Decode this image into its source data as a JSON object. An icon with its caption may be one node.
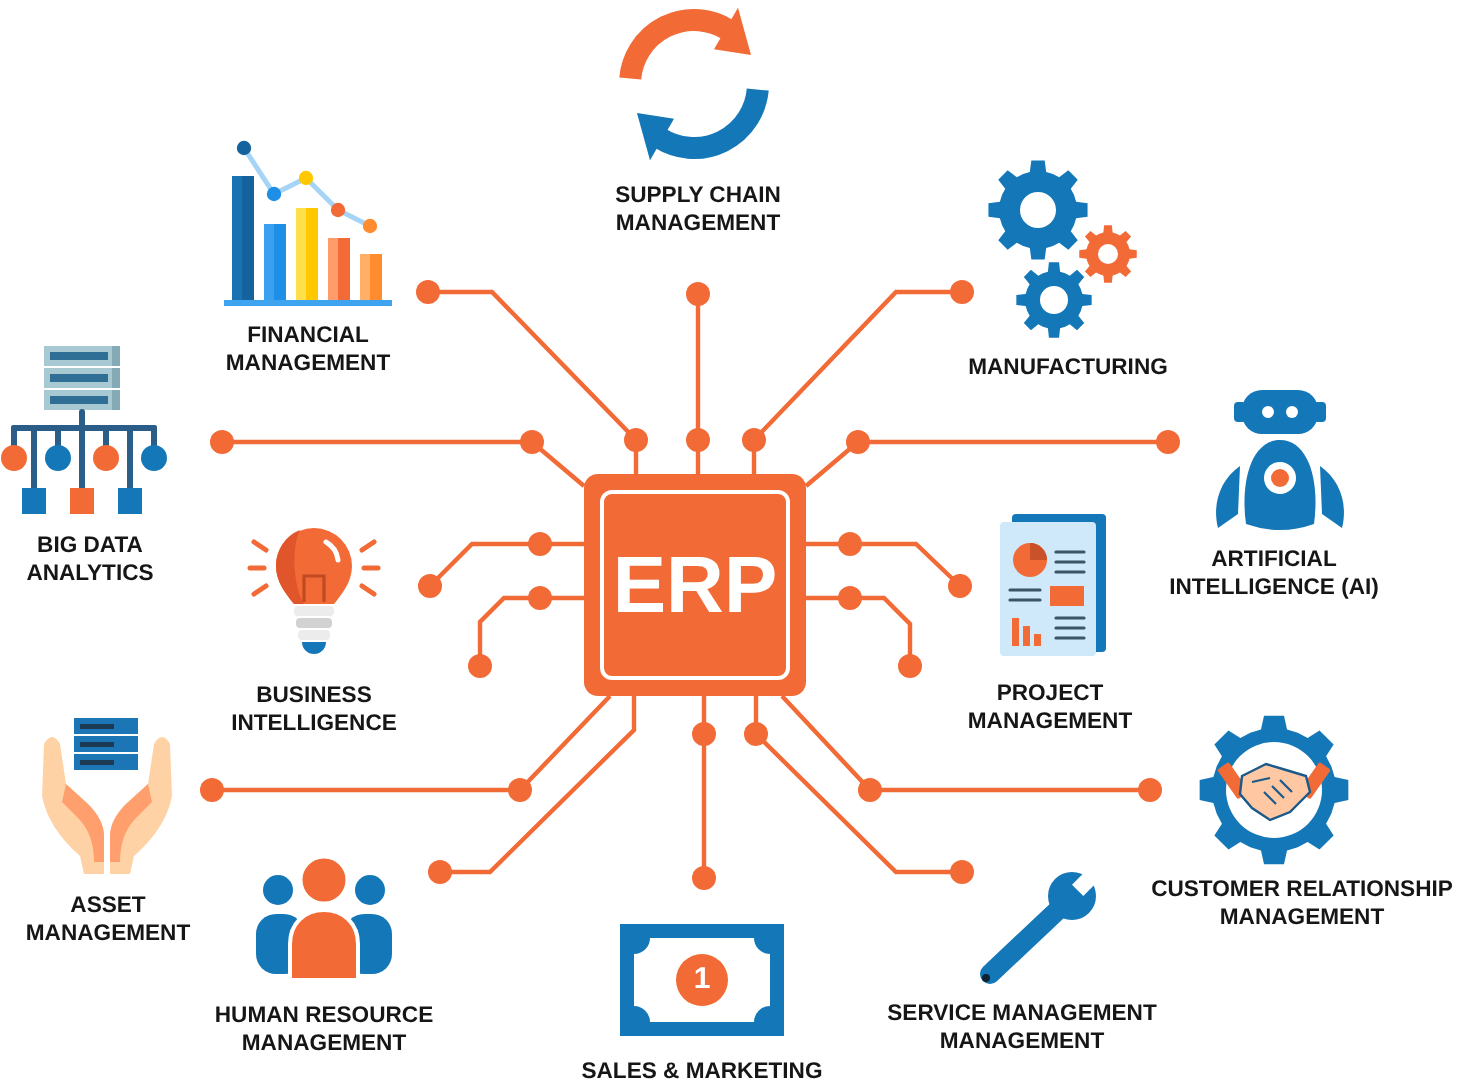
{
  "diagram": {
    "nodes": [
      {
        "text": [
          "SUPPLY CHAIN MANAGEMENT"
        ]
      },
      {
        "text": [
          "FINANCIAL MANAGEMENT"
        ]
      },
      {
        "text": [
          "MANUFACTURING"
        ]
      },
      {
        "text": [
          "BIG DATA ANALYTICS"
        ]
      },
      {
        "text": [
          "ERP"
        ]
      },
      {
        "text": [
          "ARTIFICIAL INTELLIGENCE (AI)"
        ]
      },
      {
        "text": [
          "BUSINESS INTELLIGENCE"
        ]
      },
      {
        "text": [
          "PROJECT MANAGEMENT"
        ]
      },
      {
        "text": [
          "ASSET MANAGEMENT"
        ]
      },
      {
        "text": [
          "CUSTOMER RELATIONSHIP MANAGEMENT"
        ]
      },
      {
        "text": [
          "HUMAN RESOURCE MANAGEMENT"
        ]
      },
      {
        "text": [
          "SERVICE MANAGEMENT MANAGEMENT"
        ]
      },
      {
        "text": [
          "SALES & MARKETING"
        ]
      }
    ],
    "edges": [
      {
        "from": 4,
        "to": 0,
        "arrow": "other"
      },
      {
        "from": 4,
        "to": 1,
        "arrow": "other"
      },
      {
        "from": 4,
        "to": 2,
        "arrow": "other"
      },
      {
        "from": 4,
        "to": 3,
        "arrow": "other"
      },
      {
        "from": 4,
        "to": 5,
        "arrow": "other"
      },
      {
        "from": 4,
        "to": 6,
        "arrow": "other"
      },
      {
        "from": 4,
        "to": null,
        "arrow": "other"
      },
      {
        "from": 4,
        "to": 7,
        "arrow": "other"
      },
      {
        "from": 4,
        "to": null,
        "arrow": "other"
      },
      {
        "from": 4,
        "to": 8,
        "arrow": "other"
      },
      {
        "from": 4,
        "to": 9,
        "arrow": "other"
      },
      {
        "from": 4,
        "to": 10,
        "arrow": "other"
      },
      {
        "from": 4,
        "to": 11,
        "arrow": "other"
      },
      {
        "from": 4,
        "to": 12,
        "arrow": "other"
      }
    ],
    "labels": [
      "1"
    ]
  }
}
